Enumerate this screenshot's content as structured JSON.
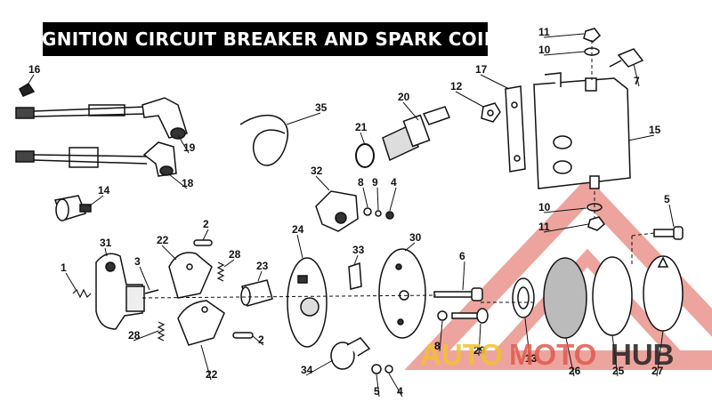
{
  "title": "IGNITION CIRCUIT BREAKER AND SPARK COIL",
  "watermark": {
    "auto": "AUTO",
    "moto": "MOTO",
    "hub": "HUB",
    "auto_color": "#f1c232",
    "moto_color": "#e05a4f",
    "hub_color": "#222222"
  },
  "ink_color": "#111111",
  "part_numbers": [
    "16",
    "19",
    "18",
    "14",
    "35",
    "21",
    "20",
    "12",
    "17",
    "11",
    "10",
    "7",
    "15",
    "32",
    "8",
    "9",
    "4",
    "5",
    "10",
    "11",
    "31",
    "1",
    "3",
    "22",
    "2",
    "28",
    "23",
    "24",
    "33",
    "30",
    "6",
    "13",
    "26",
    "25",
    "27",
    "2",
    "28",
    "22",
    "34",
    "8",
    "29",
    "5",
    "4"
  ]
}
